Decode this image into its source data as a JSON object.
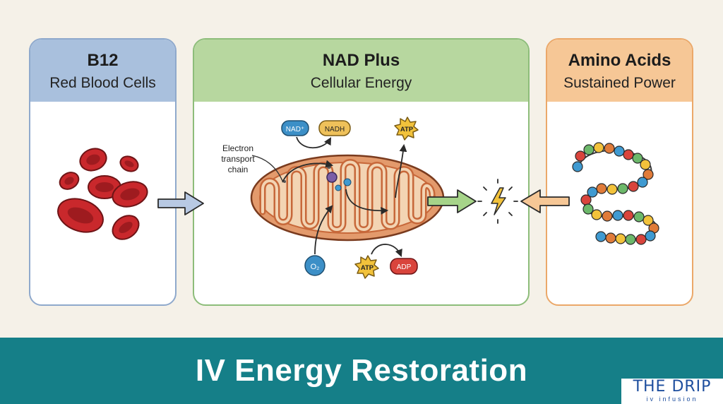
{
  "panels": {
    "b12": {
      "title": "B12",
      "subtitle": "Red Blood Cells",
      "color": "#a9c0dd"
    },
    "nad": {
      "title": "NAD Plus",
      "subtitle": "Cellular Energy",
      "color": "#b7d79f"
    },
    "amino": {
      "title": "Amino Acids",
      "subtitle": "Sustained Power",
      "color": "#f6c796"
    }
  },
  "mito": {
    "etc_label_line1": "Electron",
    "etc_label_line2": "transport",
    "etc_label_line3": "chain",
    "nad_plus": "NAD⁺",
    "nadh": "NADH",
    "atp_top": "ATP",
    "atp_bottom": "ATP",
    "adp": "ADP",
    "o2": "O₂"
  },
  "footer": {
    "title": "IV Energy Restoration"
  },
  "logo": {
    "main": "THE DRIP",
    "sub": "iv infusion"
  }
}
